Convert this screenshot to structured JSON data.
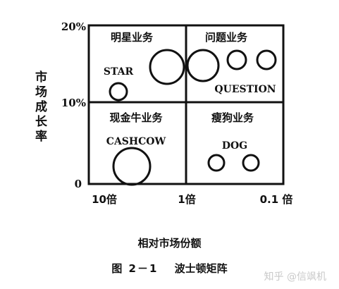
{
  "diagram": {
    "y_axis_label": "市场成长率",
    "x_axis_label": "相对市场份额",
    "y_ticks": [
      "20%",
      "10%",
      "0"
    ],
    "x_ticks": [
      "10倍",
      "1倍",
      "0.1 倍"
    ],
    "quadrants": {
      "star": {
        "title": "明星业务",
        "tag": "STAR"
      },
      "question": {
        "title": "问题业务",
        "tag": "QUESTION"
      },
      "cashcow": {
        "title": "现金牛业务",
        "tag": "CASHCOW"
      },
      "dog": {
        "title": "瘦狗业务",
        "tag": "DOG"
      }
    },
    "caption": {
      "number": "图 2－1",
      "title": "波士顿矩阵"
    }
  },
  "watermark": "知乎 @信飒机"
}
